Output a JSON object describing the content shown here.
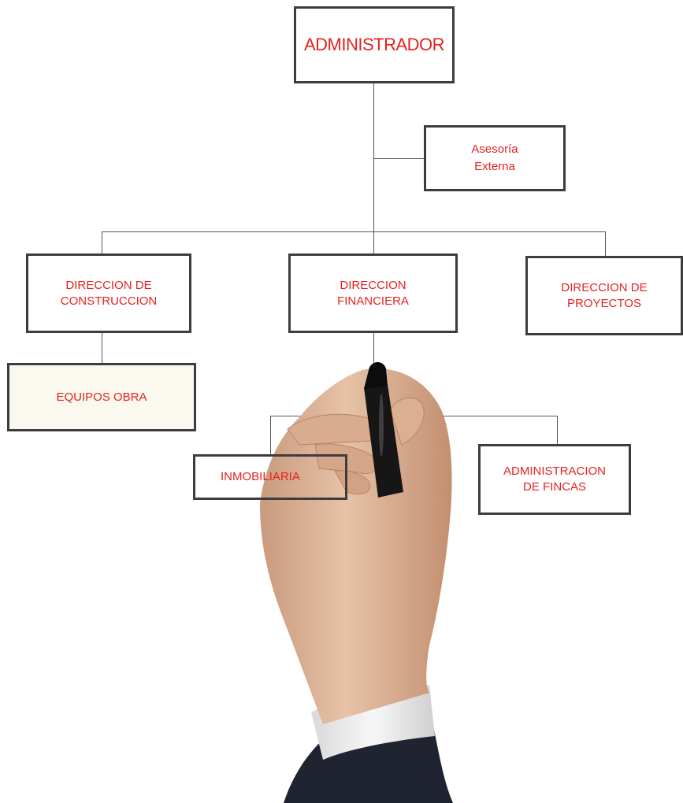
{
  "org_chart": {
    "root": {
      "label": "ADMINISTRADOR"
    },
    "advisory": {
      "label": "Asesoría\nExterna"
    },
    "directions": [
      {
        "label": "DIRECCION  DE\nCONSTRUCCION"
      },
      {
        "label": "DIRECCION\nFINANCIERA"
      },
      {
        "label": "DIRECCION DE\nPROYECTOS"
      }
    ],
    "construction_children": [
      {
        "label": "EQUIPOS OBRA"
      }
    ],
    "financial_children": [
      {
        "label": "INMOBILIARIA"
      },
      {
        "label": "ADMINISTRACION\nDE FINCAS"
      }
    ]
  },
  "colors": {
    "text": "#e3231f",
    "border": "#3d3d3d",
    "connector": "#555555",
    "equipos_fill": "#fbf9ef"
  }
}
